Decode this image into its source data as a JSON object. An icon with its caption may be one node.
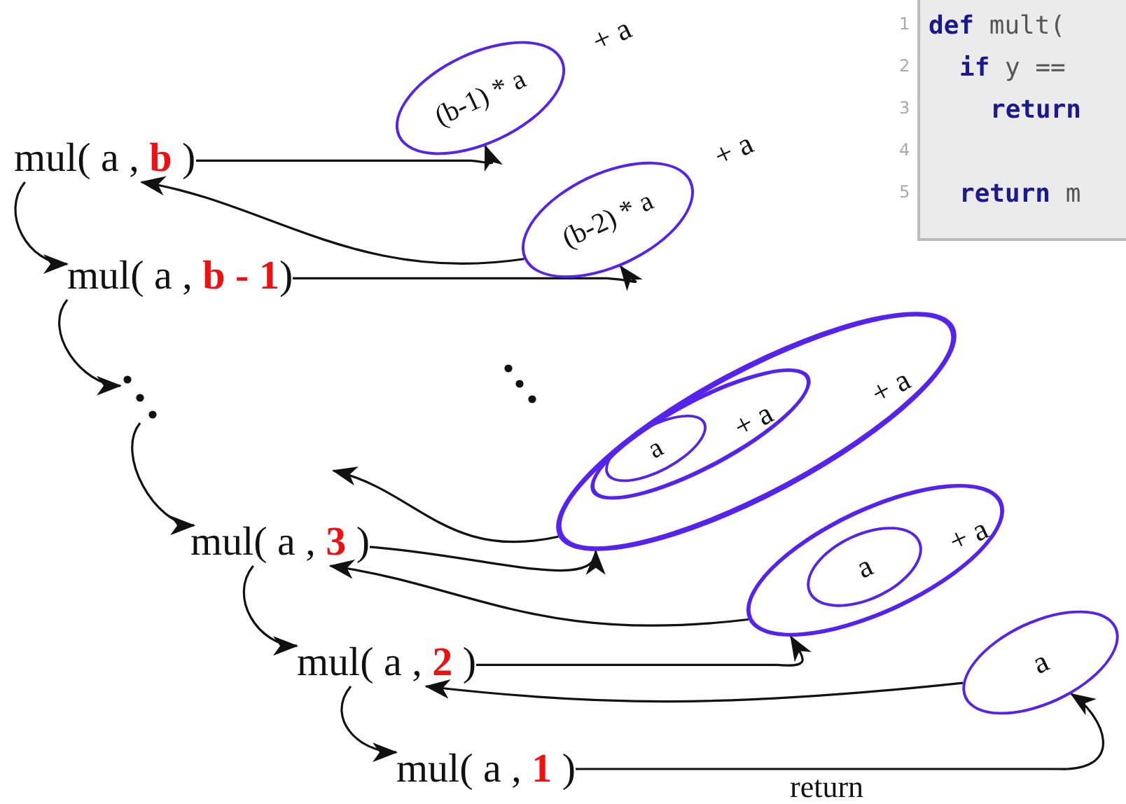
{
  "diagram": {
    "nodes": [
      {
        "text": [
          "mul( a , **b** )"
        ]
      },
      {
        "text": [
          "mul( a , **b - 1**)"
        ]
      },
      {
        "text": [],
        "shape": "dots"
      },
      {
        "text": [
          "mul( a , **3** )"
        ]
      },
      {
        "text": [
          "mul( a , **2** )"
        ]
      },
      {
        "text": [
          "mul( a , **1** )"
        ]
      },
      {
        "text": [
          "(b-1) * a"
        ],
        "beside": [
          "+ a"
        ]
      },
      {
        "text": [
          "(b-2) * a"
        ],
        "beside": [
          "+ a"
        ]
      },
      {
        "text": [
          "+ a"
        ]
      },
      {
        "text": [
          "+ a"
        ],
        "in": 8
      },
      {
        "text": [
          "a"
        ],
        "in": 9
      },
      {
        "text": [
          "+ a"
        ]
      },
      {
        "text": [
          "a"
        ],
        "in": 11
      },
      {
        "text": [
          "a"
        ]
      },
      {
        "text": [
          "**def** mult(",
          "**if** y ==",
          "**return**",
          "**return** m"
        ]
      }
    ],
    "edges": [
      {
        "from": 0,
        "to": 1,
        "arrow": "to"
      },
      {
        "from": 1,
        "to": 2,
        "arrow": "to"
      },
      {
        "from": 2,
        "to": 3,
        "arrow": "to"
      },
      {
        "from": 3,
        "to": 4,
        "arrow": "to"
      },
      {
        "from": 4,
        "to": 5,
        "arrow": "to"
      },
      {
        "from": 0,
        "to": 6,
        "arrow": "to"
      },
      {
        "from": 1,
        "to": 7,
        "arrow": "to"
      },
      {
        "from": 7,
        "to": 0,
        "arrow": "to"
      },
      {
        "from": 3,
        "to": 8,
        "arrow": "to"
      },
      {
        "from": 8,
        "to": null,
        "arrow": "to"
      },
      {
        "from": 4,
        "to": 11,
        "arrow": "to"
      },
      {
        "from": 11,
        "to": 3,
        "arrow": "to"
      },
      {
        "from": 5,
        "to": 13,
        "arrow": "to",
        "label": "return"
      },
      {
        "from": 13,
        "to": 4,
        "arrow": "to"
      }
    ],
    "labels": [
      "1",
      "2",
      "3",
      "4",
      "5"
    ]
  }
}
